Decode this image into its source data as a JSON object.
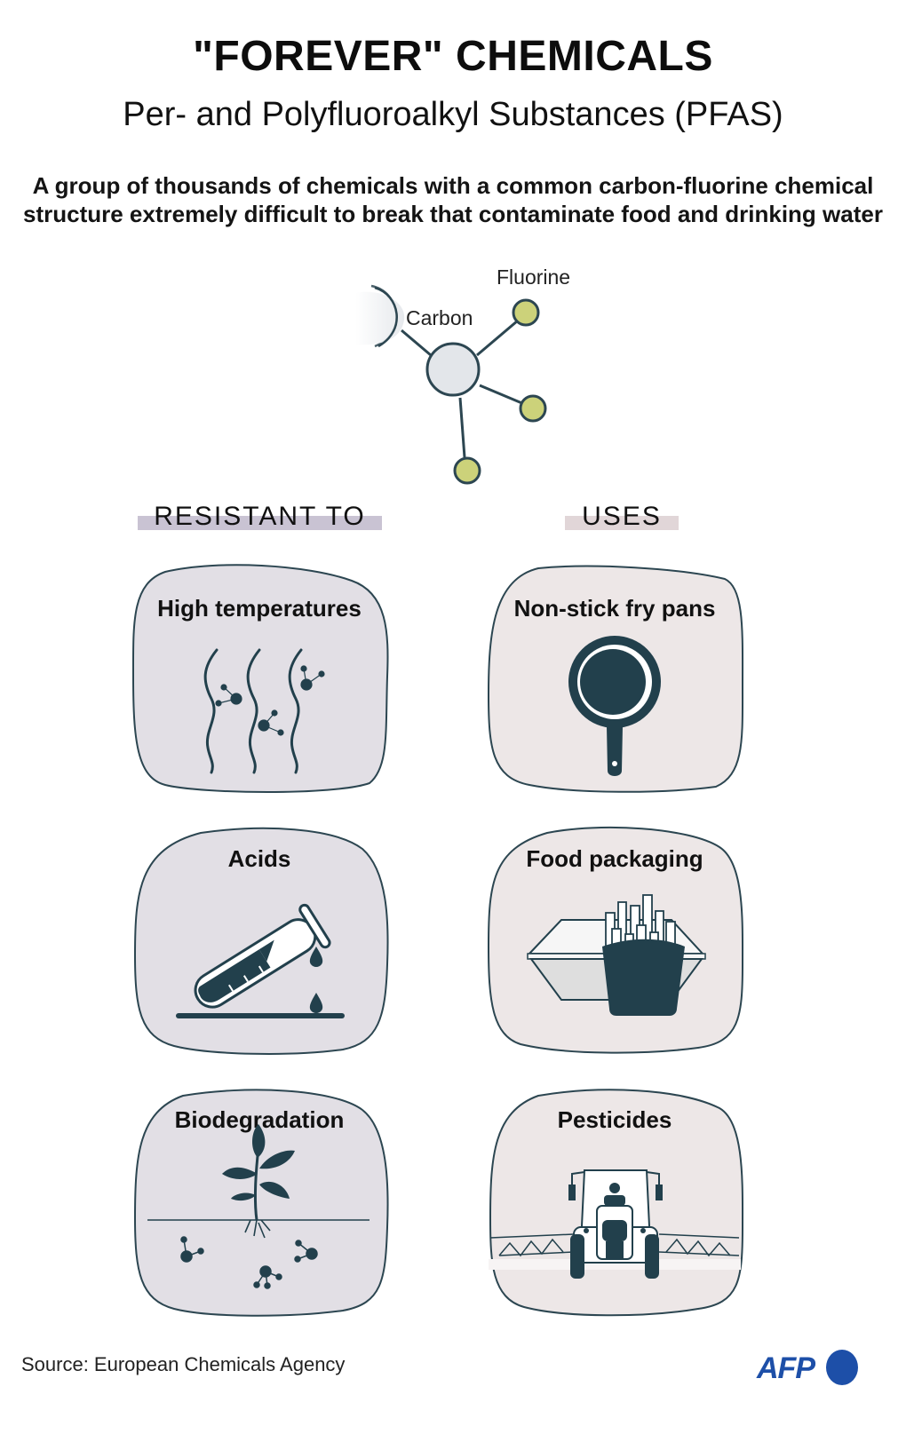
{
  "header": {
    "title": "\"FOREVER\" CHEMICALS",
    "subtitle": "Per- and Polyfluoroalkyl Substances (PFAS)",
    "description_line1": "A group of thousands of chemicals with a common carbon-fluorine chemical",
    "description_line2": "structure extremely difficult to break that contaminate food and drinking water"
  },
  "molecule": {
    "carbon_label": "Carbon",
    "fluorine_label": "Fluorine",
    "colors": {
      "carbon": "#e3e6ea",
      "fluorine": "#ccd27a",
      "stroke": "#2c4651"
    }
  },
  "sections": {
    "resistant": {
      "label": "RESISTANT TO",
      "bar_color": "#c9c3d3"
    },
    "uses": {
      "label": "USES",
      "bar_color": "#e1d6d8"
    }
  },
  "resistant_items": [
    {
      "label": "High temperatures",
      "icon": "heat-waves-molecules-icon"
    },
    {
      "label": "Acids",
      "icon": "test-tube-acid-icon"
    },
    {
      "label": "Biodegradation",
      "icon": "plant-soil-molecules-icon"
    }
  ],
  "uses_items": [
    {
      "label": "Non-stick fry pans",
      "icon": "frying-pan-icon"
    },
    {
      "label": "Food packaging",
      "icon": "fries-box-icon"
    },
    {
      "label": "Pesticides",
      "icon": "tractor-sprayer-icon"
    }
  ],
  "colors": {
    "resistant_card": "#e2dfe5",
    "uses_card": "#ede7e7",
    "icon_dark": "#22404c",
    "afp_blue": "#1d4fa8"
  },
  "footer": {
    "source": "Source: European Chemicals Agency",
    "logo": "AFP"
  }
}
